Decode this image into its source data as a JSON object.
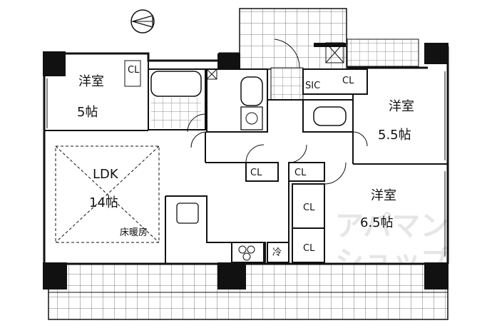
{
  "floorplan": {
    "rooms": {
      "western_room_left": {
        "name": "洋室",
        "size": "5帖"
      },
      "western_room_top_right": {
        "name": "洋室",
        "size": "5.5帖"
      },
      "western_room_bottom_right": {
        "name": "洋室",
        "size": "6.5帖"
      },
      "ldk": {
        "name": "LDK",
        "size": "14帖",
        "floor_heating": "床暖房"
      }
    },
    "storage": {
      "cl": "CL",
      "sic": "SIC",
      "fridge": "冷"
    }
  },
  "watermark": {
    "line1": "アパマン",
    "line2": "ショップ"
  }
}
